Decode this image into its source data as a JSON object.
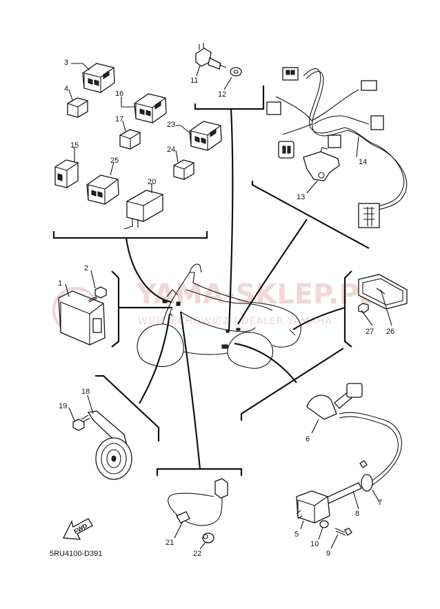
{
  "diagram": {
    "code": "5RU4100-D391",
    "fwd_label": "FWD",
    "watermark": {
      "brand": "YAMA-SKLEP.PL",
      "subtitle": "WOJCIECHOWICZ | DEALER YAMAHA"
    },
    "parts": [
      "1",
      "2",
      "3",
      "4",
      "5",
      "6",
      "7",
      "8",
      "9",
      "10",
      "11",
      "12",
      "13",
      "14",
      "15",
      "16",
      "17",
      "18",
      "19",
      "20",
      "21",
      "22",
      "23",
      "24",
      "25",
      "26",
      "27"
    ]
  }
}
